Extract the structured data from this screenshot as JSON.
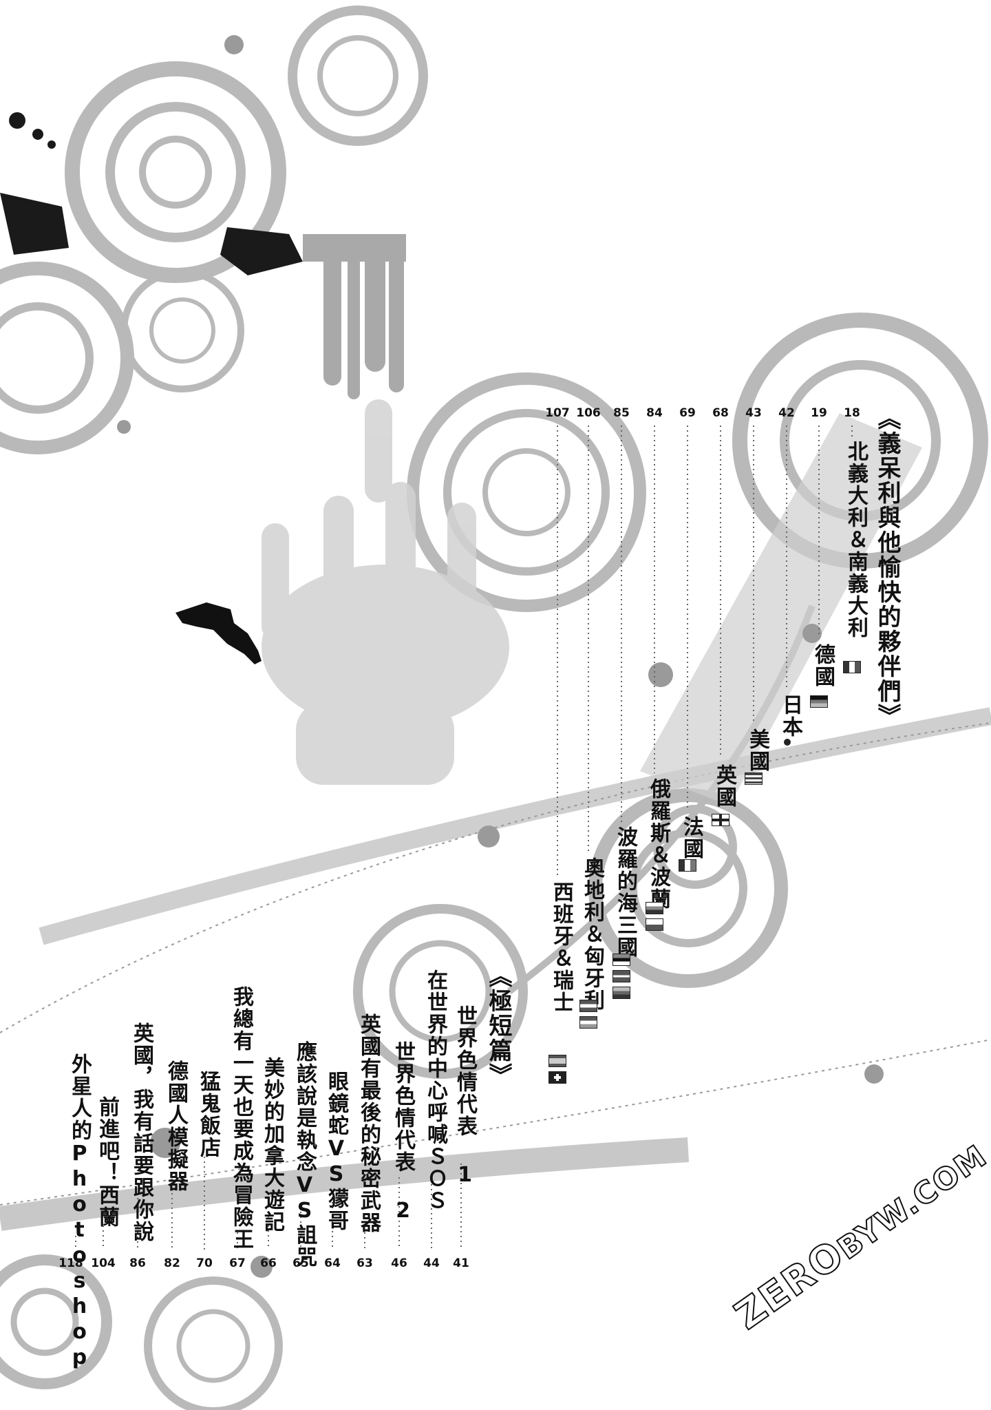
{
  "section_a": {
    "heading": "《義呆利與他愉快的夥伴們》",
    "entries": [
      {
        "title": "北義大利＆南義大利",
        "page": "18"
      },
      {
        "title": "德國",
        "page": "19"
      },
      {
        "title": "日本",
        "page": "42"
      },
      {
        "title": "美國",
        "page": "43"
      },
      {
        "title": "英國",
        "page": "68"
      },
      {
        "title": "法國",
        "page": "69"
      },
      {
        "title": "俄羅斯＆波蘭",
        "page": "84"
      },
      {
        "title": "波羅的海三國",
        "page": "85"
      },
      {
        "title": "奧地利＆匈牙利",
        "page": "106"
      },
      {
        "title": "西班牙＆瑞士",
        "page": "107"
      }
    ]
  },
  "section_b": {
    "heading": "《極短篇》",
    "entries": [
      {
        "title": "世界色情代表 1",
        "page": "41"
      },
      {
        "title": "在世界的中心呼喊ＳＯＳ",
        "page": "44"
      },
      {
        "title": "世界色情代表 2",
        "page": "46"
      },
      {
        "title": "英國有最後的秘密武器",
        "page": "63"
      },
      {
        "title": "眼鏡蛇VS獴哥",
        "page": "64"
      },
      {
        "title": "應該說是執念VS詛咒",
        "page": "65"
      },
      {
        "title": "美妙的加拿大遊記",
        "page": "66"
      },
      {
        "title": "我總有一天也要成為冒險王",
        "page": "67"
      },
      {
        "title": "猛鬼飯店",
        "page": "70"
      },
      {
        "title": "德國人模擬器",
        "page": "82"
      },
      {
        "title": "英國，我有話要跟你說",
        "page": "86"
      },
      {
        "title": "前進吧！西蘭",
        "page": "104"
      },
      {
        "title": "外星人的Photoshop",
        "page": "118"
      }
    ]
  },
  "watermark": {
    "brand": "ZERO",
    "domain": "BYW.COM"
  }
}
